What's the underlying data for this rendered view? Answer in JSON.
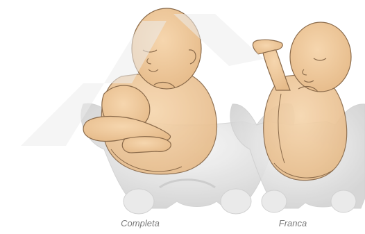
{
  "panels": [
    {
      "caption": "Completa"
    },
    {
      "caption": "Franca"
    }
  ],
  "colors": {
    "skin": "#f2cfa3",
    "skin_shadow": "#e2b786",
    "outline": "#8a6a4a",
    "bone": "#ececec",
    "bone_shadow": "#cfcfcf",
    "watermark": "#e6e6e6",
    "caption_text": "#7a7a7a"
  },
  "icons": [
    "pelvis-illustration",
    "baby-illustration",
    "watermark"
  ]
}
